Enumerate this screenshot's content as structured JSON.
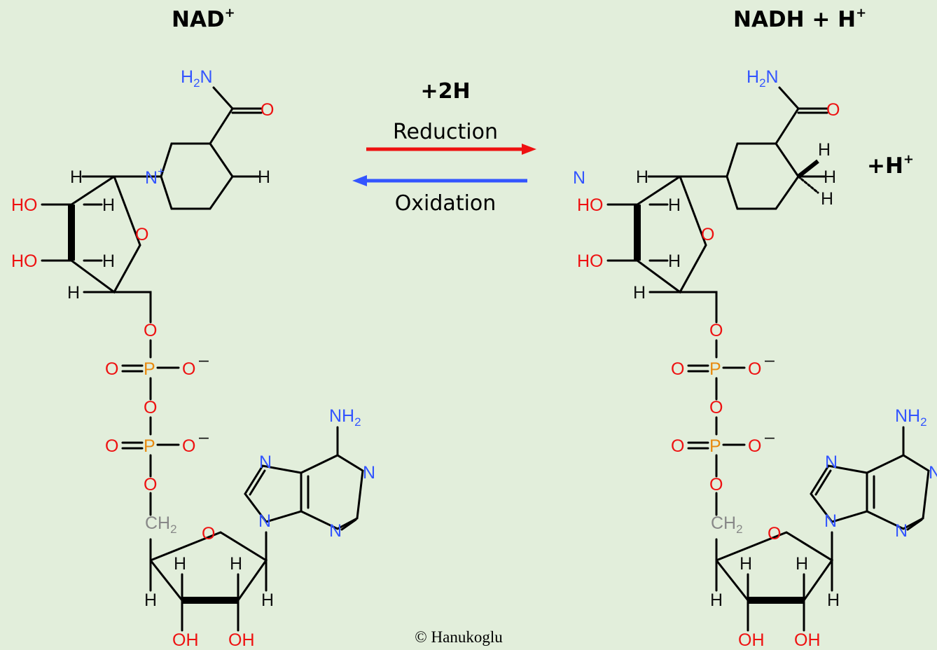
{
  "titles": {
    "left": "NAD",
    "left_sup": "+",
    "right": "NADH + H",
    "right_sup": "+"
  },
  "reaction": {
    "top": "+2H",
    "forward": "Reduction",
    "reverse": "Oxidation",
    "forward_color": "#ee1111",
    "reverse_color": "#3355ff"
  },
  "extra_proton": {
    "text": "+H",
    "sup": "+"
  },
  "copyright": "© Hanukoglu",
  "atom_colors": {
    "O": "#ee1111",
    "N": "#3355ff",
    "P": "#e88a10",
    "C": "#111111",
    "CH2": "#888888"
  }
}
